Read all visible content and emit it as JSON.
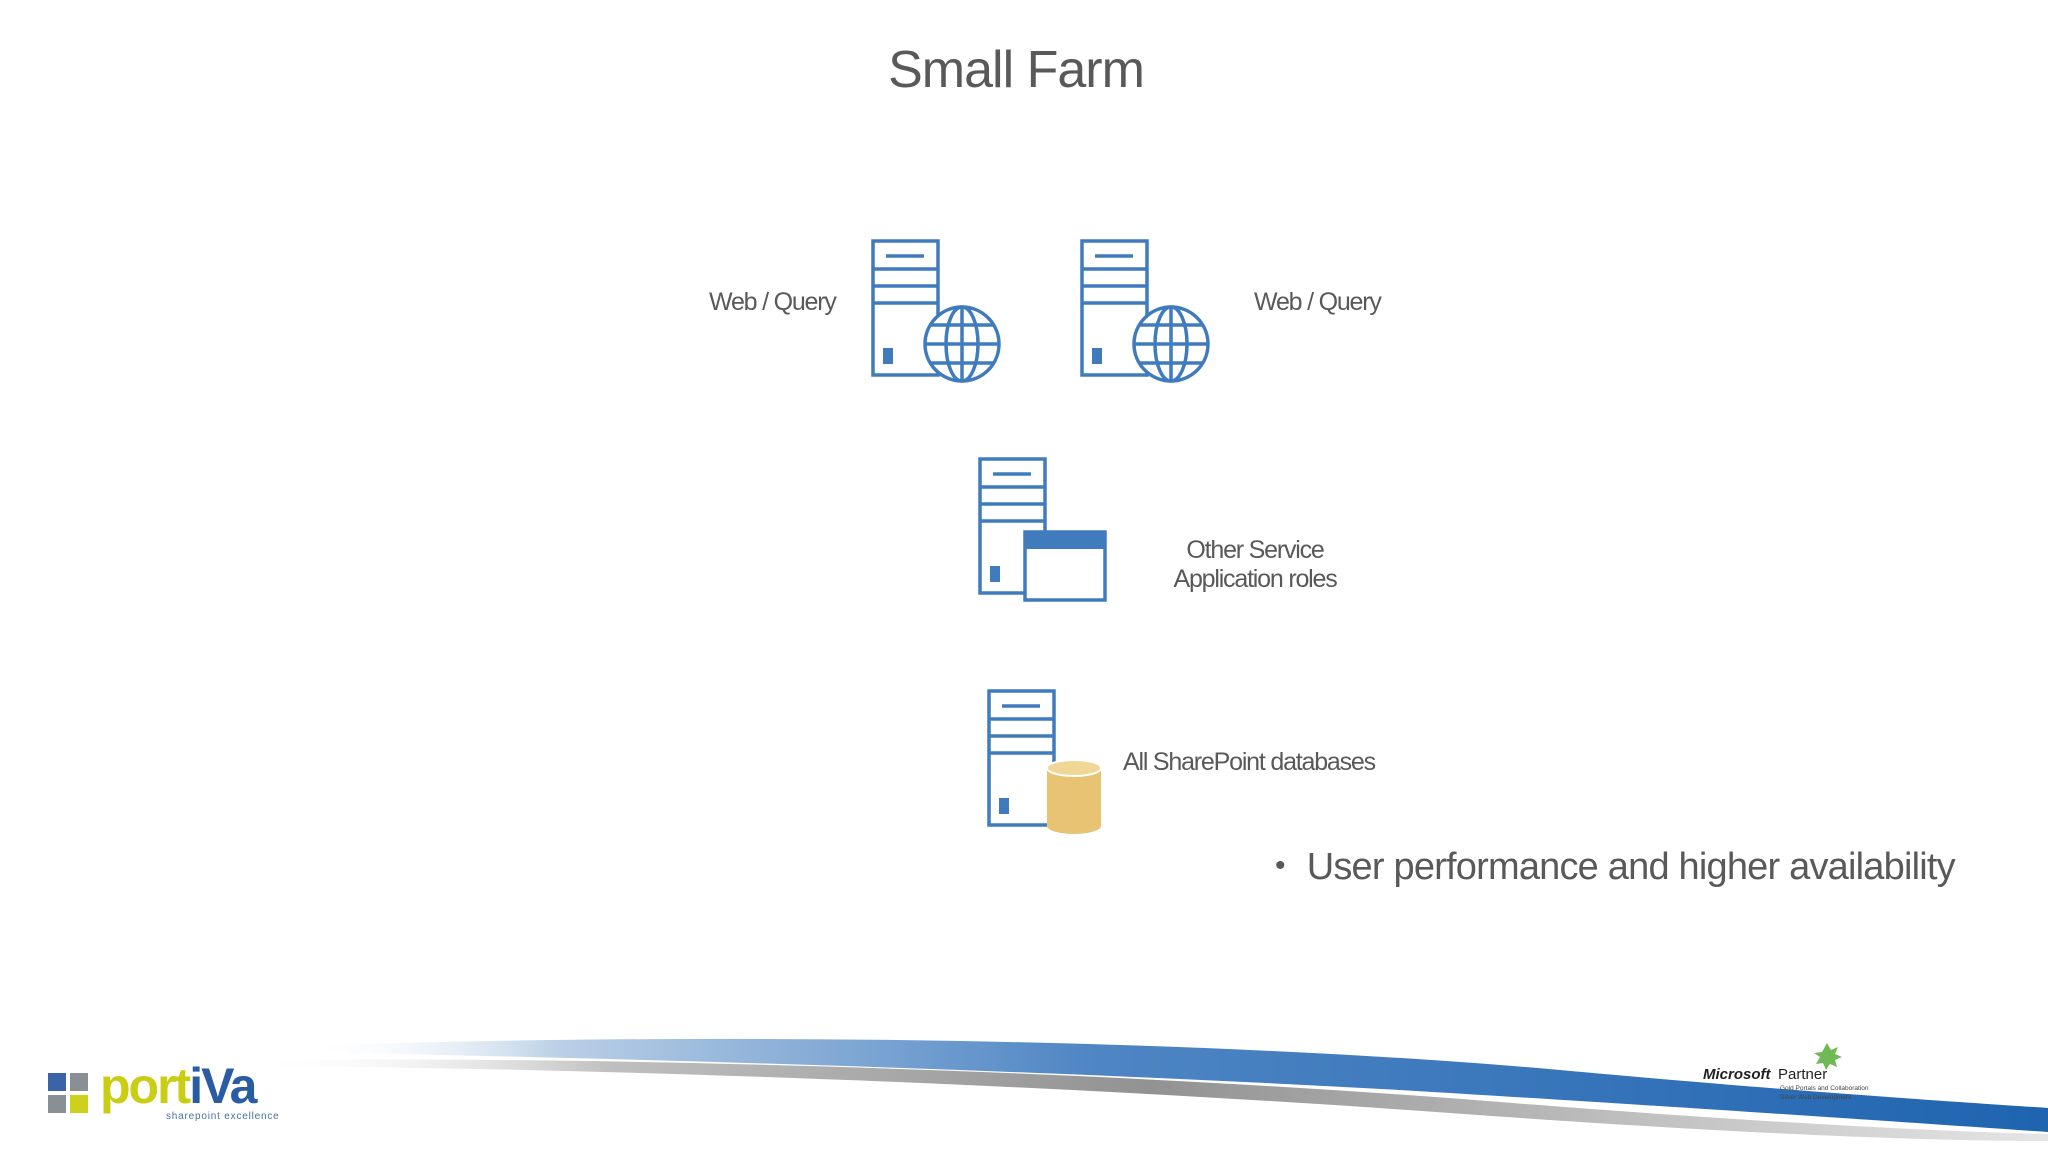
{
  "slide": {
    "title": "Small Farm",
    "servers": [
      {
        "label": "Web / Query",
        "icon": "web-server-icon"
      },
      {
        "label": "Web / Query",
        "icon": "web-server-icon"
      },
      {
        "label_line1": "Other Service",
        "label_line2": "Application roles",
        "icon": "application-server-icon"
      },
      {
        "label": "All SharePoint databases",
        "icon": "database-server-icon"
      }
    ],
    "bullets": [
      "User performance and higher availability"
    ]
  },
  "footer": {
    "brand": {
      "name": "portiVa",
      "tagline": "sharepoint excellence"
    },
    "partner": {
      "ms": "Microsoft",
      "partner": "Partner",
      "line1": "Gold Portals and Collaboration",
      "line2": "Silver Web Development"
    }
  },
  "colors": {
    "server_blue": "#3f7bbd",
    "database_gold": "#e8c373",
    "text_gray": "#595959",
    "swoosh_blue": "#1f64b0"
  }
}
